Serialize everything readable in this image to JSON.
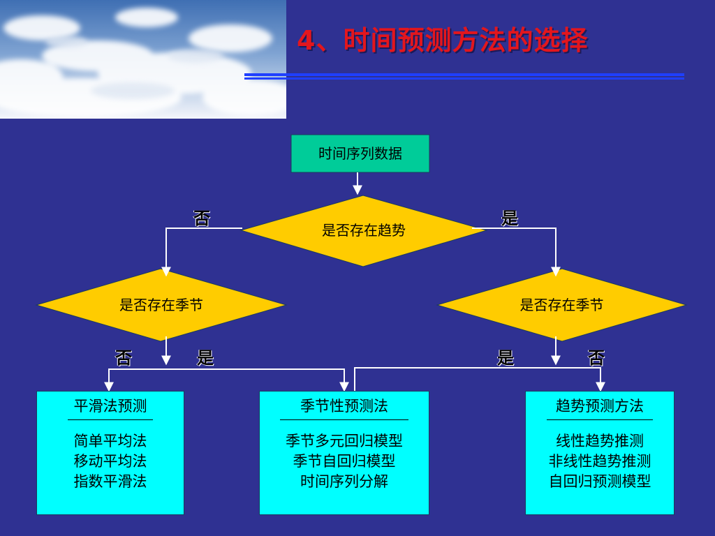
{
  "slide": {
    "title": "4、时间预测方法的选择"
  },
  "flowchart": {
    "start": "时间序列数据",
    "decision_trend": "是否存在趋势",
    "decision_season_left": "是否存在季节",
    "decision_season_right": "是否存在季节",
    "labels": {
      "trend_no": "否",
      "trend_yes": "是",
      "left_no": "否",
      "left_yes": "是",
      "right_yes": "是",
      "right_no": "否"
    },
    "results": [
      {
        "title": "平滑法预测",
        "items": [
          "简单平均法",
          "移动平均法",
          "指数平滑法"
        ]
      },
      {
        "title": "季节性预测法",
        "items": [
          "季节多元回归模型",
          "季节自回归模型",
          "时间序列分解"
        ]
      },
      {
        "title": "趋势预测方法",
        "items": [
          "线性趋势推测",
          "非线性趋势推测",
          "自回归预测模型"
        ]
      }
    ]
  },
  "colors": {
    "background": "#2f3192",
    "title": "#e3161d",
    "start_box": "#00cc99",
    "decision": "#ffcc00",
    "result_box": "#00ffff",
    "connector": "#ffffff",
    "rule": "#1f3fff"
  }
}
